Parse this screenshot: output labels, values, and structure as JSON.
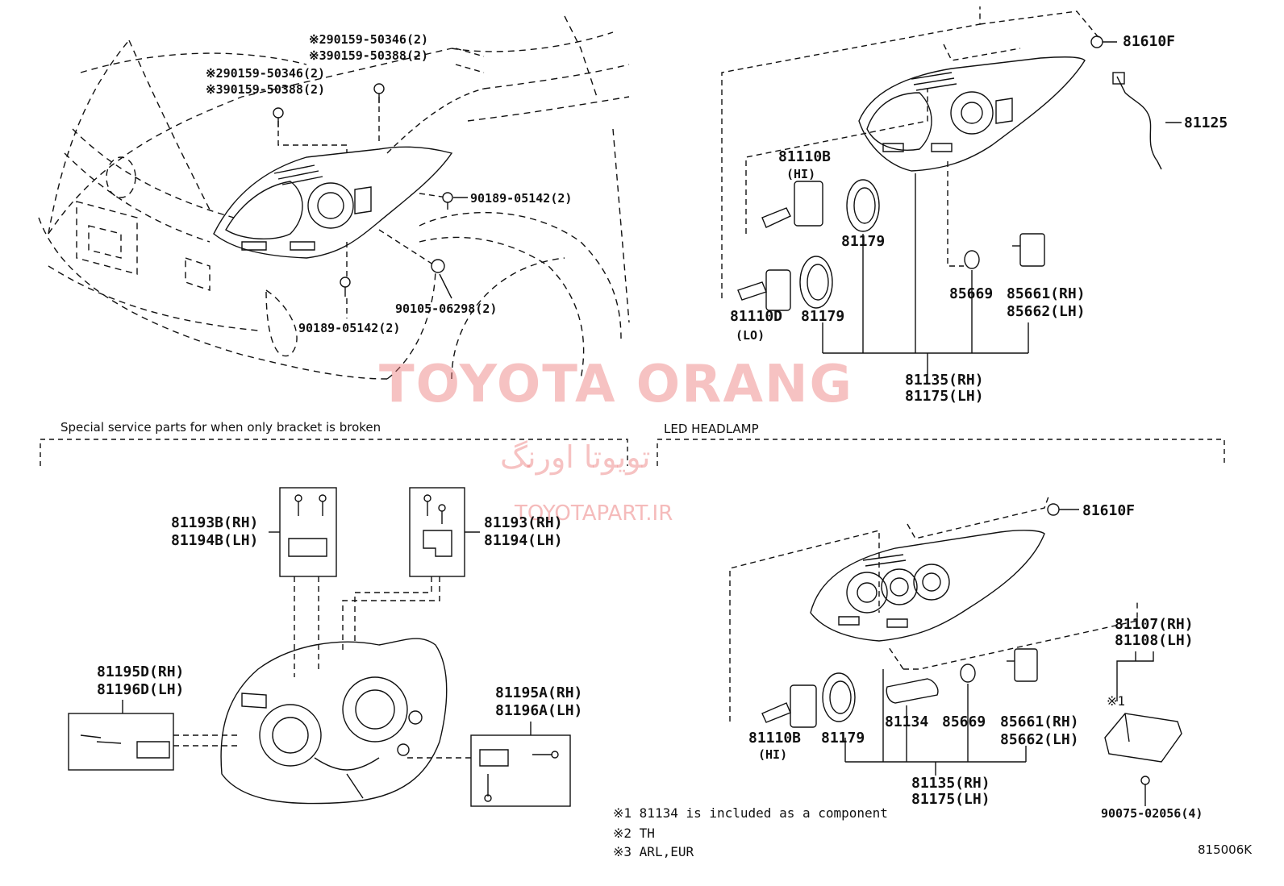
{
  "watermark": {
    "main": "TOYOTA ORANG",
    "farsi": "تویوتا اورنگ",
    "url": "TOYOTAPART.IR"
  },
  "sections": {
    "special_service": "Special service parts for when only bracket is broken",
    "led": "LED HEADLAMP"
  },
  "top_left": {
    "l1": "※290159-50346(2)",
    "l2": "※390159-50388(2)",
    "l3": "※290159-50346(2)",
    "l4": "※390159-50388(2)",
    "bolt_r": "90189-05142(2)",
    "nut": "90105-06298(2)",
    "bolt_b": "90189-05142(2)"
  },
  "top_right": {
    "p81610f": "81610F",
    "p81125": "81125",
    "p81110b": "81110B",
    "p81110b_sub": "(HI)",
    "p81179a": "81179",
    "p81110d": "81110D",
    "p81110d_sub": "(LO)",
    "p81179b": "81179",
    "p85669": "85669",
    "p85661": "85661(RH)",
    "p85662": "85662(LH)",
    "p81135": "81135(RH)",
    "p81175": "81175(LH)"
  },
  "bottom_left": {
    "p81193b": "81193B(RH)",
    "p81194b": "81194B(LH)",
    "p81193": "81193(RH)",
    "p81194": "81194(LH)",
    "p81195d": "81195D(RH)",
    "p81196d": "81196D(LH)",
    "p81195a": "81195A(RH)",
    "p81196a": "81196A(LH)"
  },
  "bottom_right": {
    "p81610f": "81610F",
    "p81107": "81107(RH)",
    "p81108": "81108(LH)",
    "note1mark": "※1",
    "p81110b": "81110B",
    "p81110b_sub": "(HI)",
    "p81179": "81179",
    "p81134": "81134",
    "p85669": "85669",
    "p85661": "85661(RH)",
    "p85662": "85662(LH)",
    "p81135": "81135(RH)",
    "p81175": "81175(LH)",
    "p90075": "90075-02056(4)"
  },
  "notes": {
    "n1": "※1 81134 is included as a component",
    "n2": "※2 TH",
    "n3": "※3 ARL,EUR"
  },
  "diagram_code": "815006K"
}
